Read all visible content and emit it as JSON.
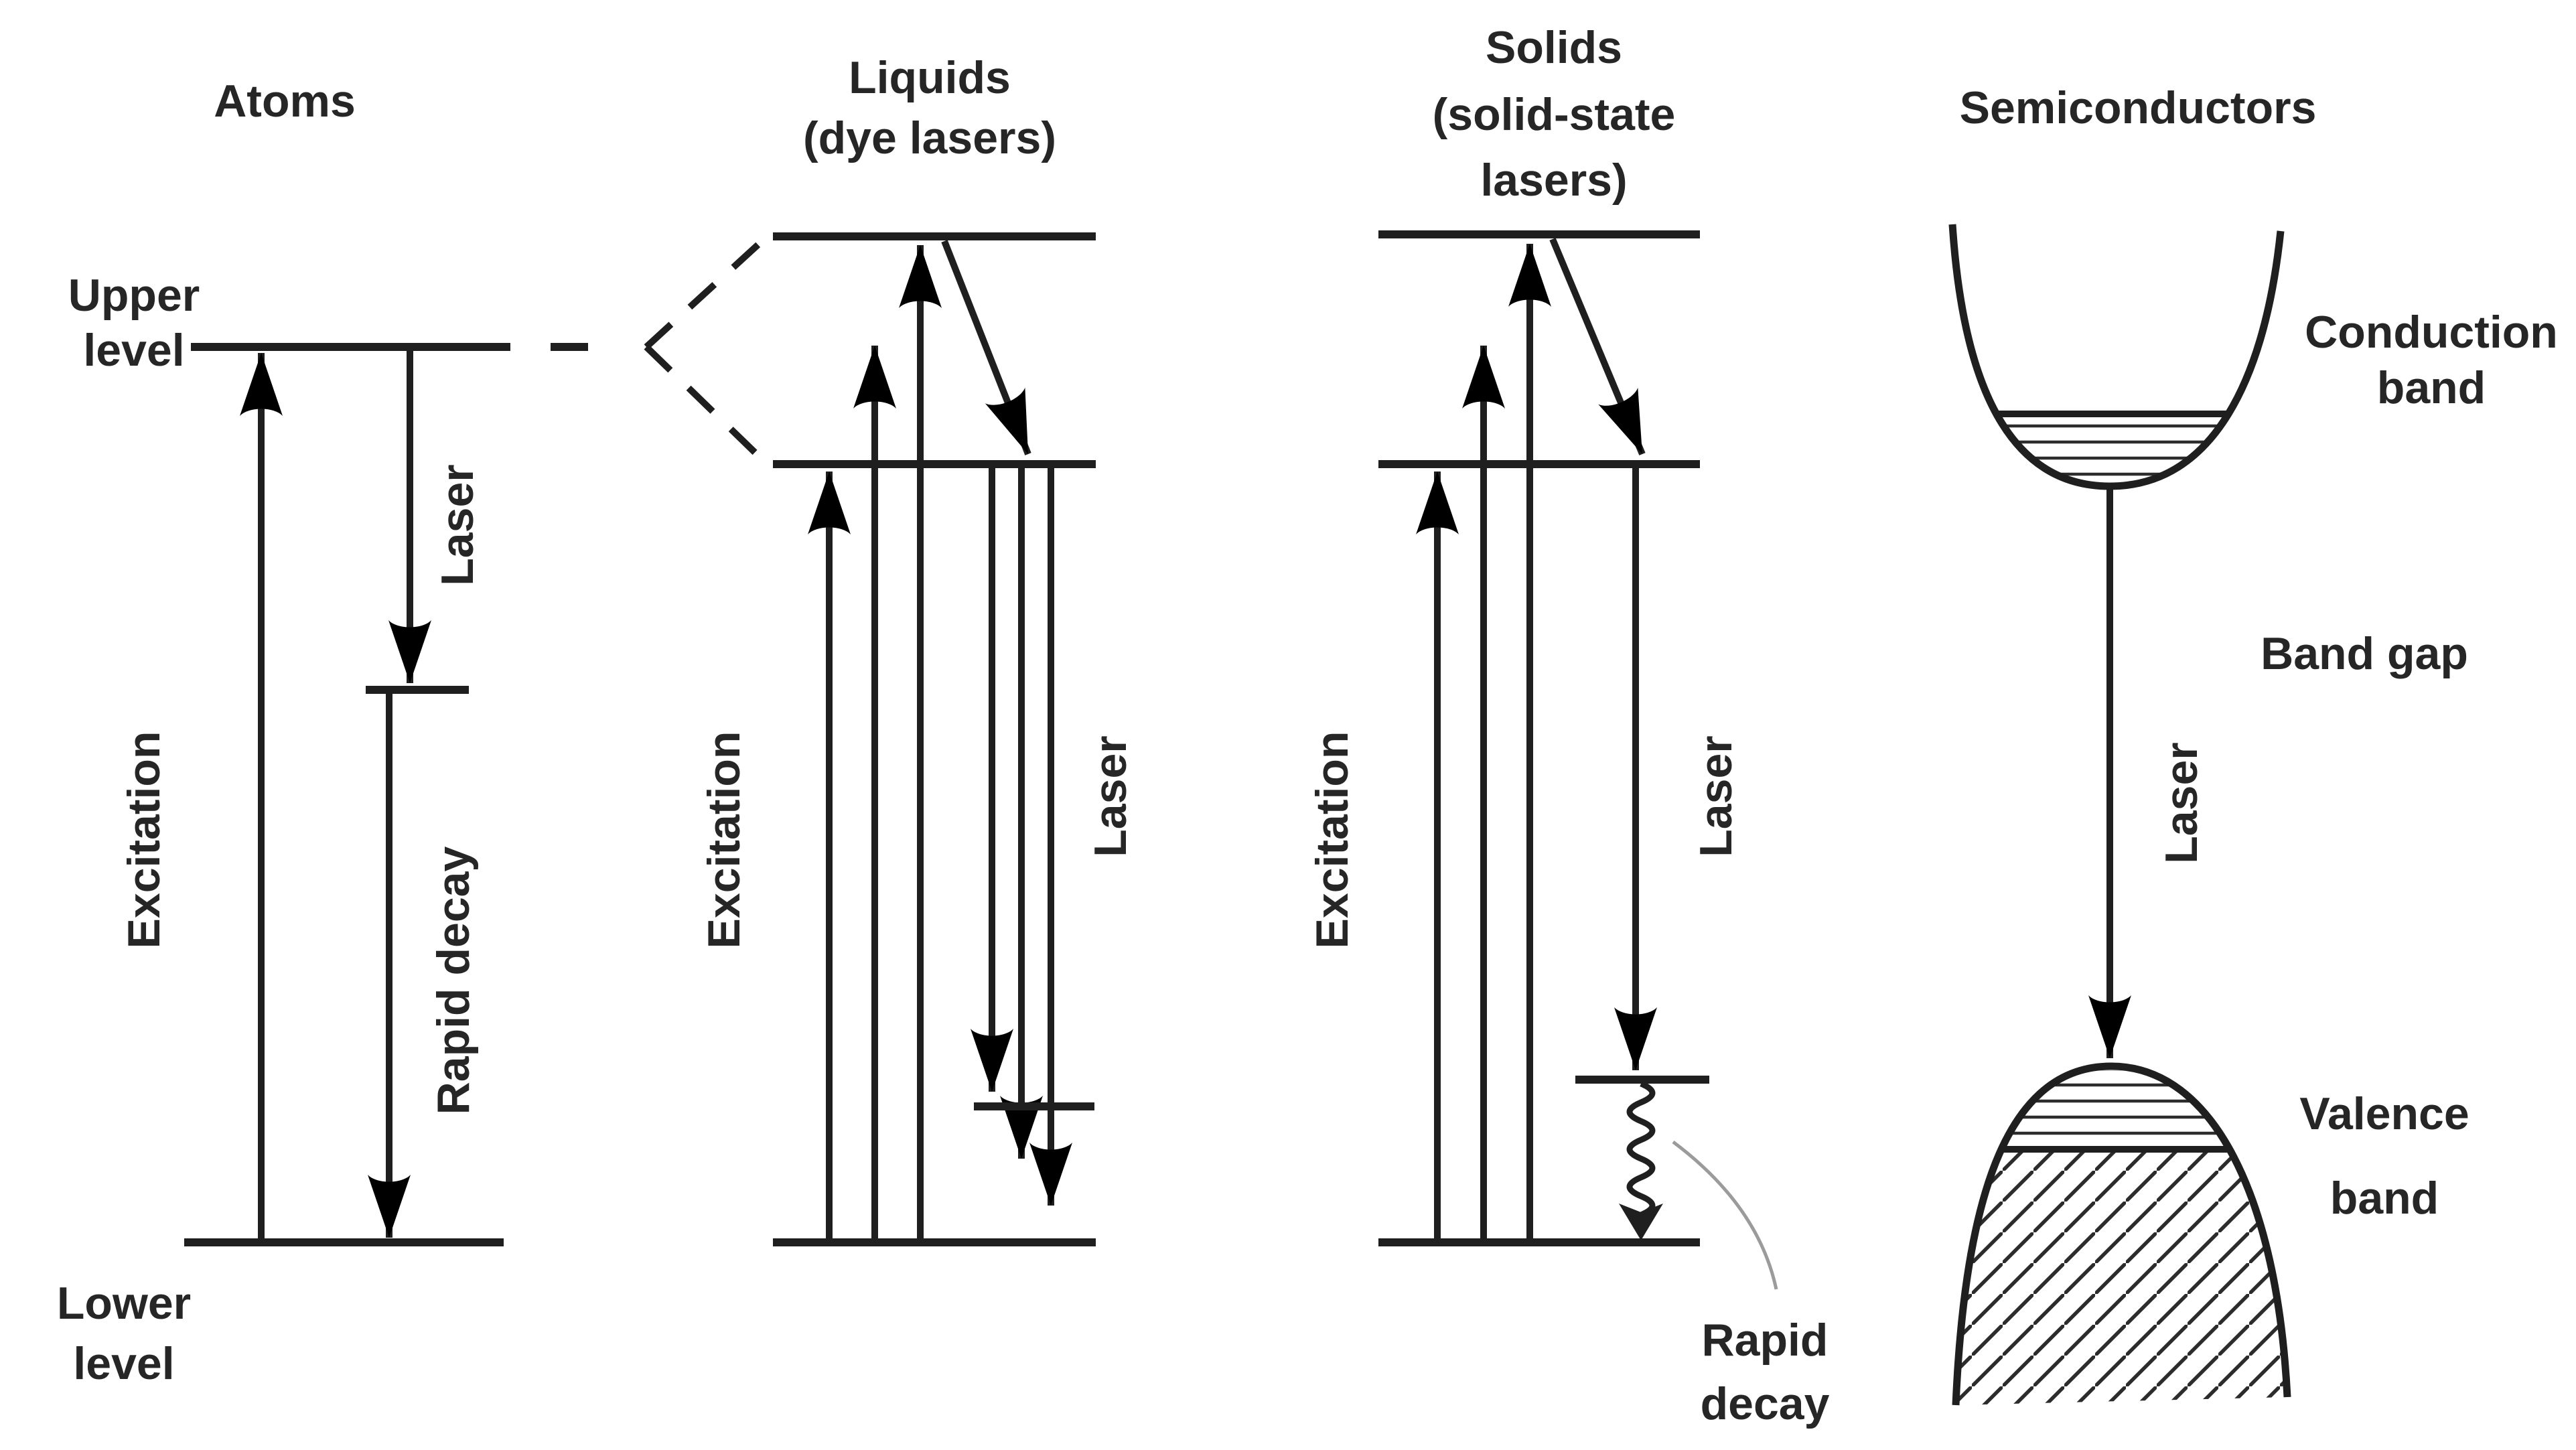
{
  "figure": {
    "background_color": "#ffffff",
    "ink_color": "#1f1f1f",
    "leader_line_color": "#9b9b9b",
    "description": "Energy level diagrams for laser media"
  },
  "atoms": {
    "title": "Atoms",
    "upper_level_label": [
      "Upper",
      "level"
    ],
    "lower_level_label": [
      "Lower",
      "level"
    ],
    "excitation_label": "Excitation",
    "laser_label": "Laser",
    "rapid_decay_label": "Rapid decay"
  },
  "liquids": {
    "title": [
      "Liquids",
      "(dye lasers)"
    ],
    "excitation_label": "Excitation",
    "laser_label": "Laser"
  },
  "solids": {
    "title": [
      "Solids",
      "(solid-state",
      "lasers)"
    ],
    "excitation_label": "Excitation",
    "laser_label": "Laser",
    "rapid_decay_label": [
      "Rapid",
      "decay"
    ]
  },
  "semiconductors": {
    "title": "Semiconductors",
    "conduction_band_label": [
      "Conduction",
      "band"
    ],
    "band_gap_label": "Band gap",
    "laser_label": "Laser",
    "valence_band_label": [
      "Valence",
      "band"
    ]
  }
}
